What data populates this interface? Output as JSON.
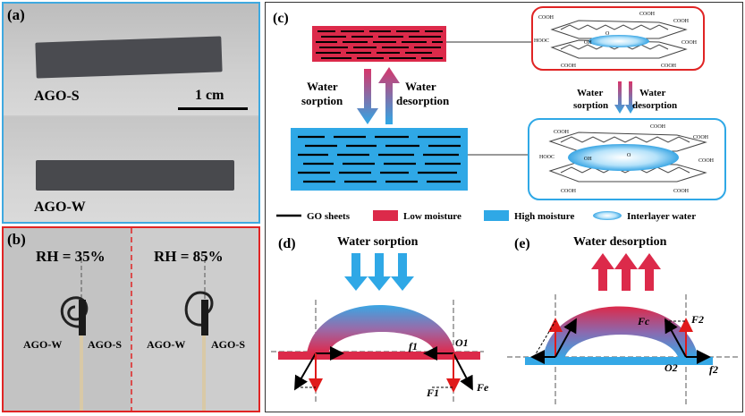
{
  "panels": {
    "a": {
      "label": "(a)",
      "sample_top": "AGO-S",
      "sample_bottom": "AGO-W",
      "scale_bar": "1 cm"
    },
    "b": {
      "label": "(b)",
      "rh_left": "RH = 35%",
      "rh_right": "RH = 85%",
      "left_layer_a": "AGO-W",
      "left_layer_b": "AGO-S",
      "right_layer_a": "AGO-W",
      "right_layer_b": "AGO-S"
    },
    "c": {
      "label": "(c)",
      "water_sorption": [
        "Water",
        "sorption"
      ],
      "water_desorption": [
        "Water",
        "desorption"
      ],
      "legend": {
        "go_sheets": "GO sheets",
        "low_moisture": "Low moisture",
        "high_moisture": "High moisture",
        "interlayer_water": "Interlayer water"
      },
      "molecule_labels": [
        "COOH",
        "HOOC",
        "OH",
        "O"
      ]
    },
    "d": {
      "label": "(d)",
      "title": "Water sorption",
      "force_labels": [
        "f1",
        "O1",
        "F1",
        "Fe"
      ]
    },
    "e": {
      "label": "(e)",
      "title": "Water desorption",
      "force_labels": [
        "Fc",
        "F2",
        "O2",
        "f2"
      ]
    }
  },
  "colors": {
    "low_moisture": "#dc2a4a",
    "high_moisture": "#2fa8e6",
    "panel_a_border": "#3fa9e0",
    "panel_b_border": "#e02424",
    "go_sheet": "#000000"
  }
}
